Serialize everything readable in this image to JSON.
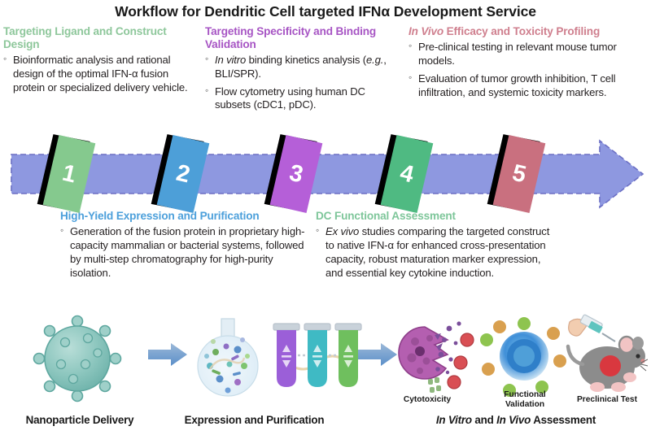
{
  "title": "Workflow for Dendritic Cell targeted IFNα Development Service",
  "top_blocks": [
    {
      "heading": "Targeting Ligand and Construct Design",
      "items": [
        "Bioinformatic analysis and rational design of the optimal IFN-α fusion protein or specialized delivery vehicle."
      ]
    },
    {
      "heading": "Targeting Specificity and Binding Validation",
      "items_html": [
        "<span class=\"it\">In vitro</span> binding kinetics analysis (<span class=\"it\">e.g.</span>, BLI/SPR).",
        "Flow cytometry using human DC subsets (cDC1, pDC)."
      ]
    },
    {
      "heading_html": "<span class=\"it\">In Vivo</span> Efficacy and Toxicity Profiling",
      "items": [
        "Pre-clinical testing in relevant mouse tumor models.",
        "Evaluation of tumor growth inhibition, T cell infiltration, and systemic toxicity markers."
      ]
    }
  ],
  "bottom_blocks": [
    {
      "heading": "High-Yield Expression and Purification",
      "items": [
        "Generation of the fusion protein in proprietary high-capacity mammalian or bacterial systems, followed by multi-step chromatography for high-purity isolation."
      ]
    },
    {
      "heading": "DC Functional Assessment",
      "items_html": [
        "<span class=\"it\">Ex vivo</span> studies comparing the targeted construct to native IFN-α for enhanced cross-presentation capacity, robust maturation marker expression, and essential key cytokine induction."
      ]
    }
  ],
  "steps": [
    {
      "number": "1",
      "color": "#85c98e"
    },
    {
      "number": "2",
      "color": "#4d9fd8"
    },
    {
      "number": "3",
      "color": "#b55fd8"
    },
    {
      "number": "4",
      "color": "#4fba82"
    },
    {
      "number": "5",
      "color": "#c9707f"
    }
  ],
  "arrow_band": {
    "fill": "#8e98e0",
    "dash_color": "#6b6fc4"
  },
  "illustrations": [
    {
      "caption": "Nanoparticle Delivery",
      "icon": "nanoparticle-icon"
    },
    {
      "caption": "Expression and Purification",
      "icon": "flask-and-columns-icon"
    },
    {
      "caption_html": "<span class=\"it\">In Vitro</span> and <span class=\"it\">In Vivo</span> Assessment",
      "icon": "assay-icons"
    }
  ],
  "sub_captions": [
    "Cytotoxicity",
    "Functional\nValidation",
    "Preclinical Test"
  ],
  "colors": {
    "title": "#1a1a1a",
    "body_text": "#231f20",
    "flow_arrow": "#5b8fc9"
  }
}
